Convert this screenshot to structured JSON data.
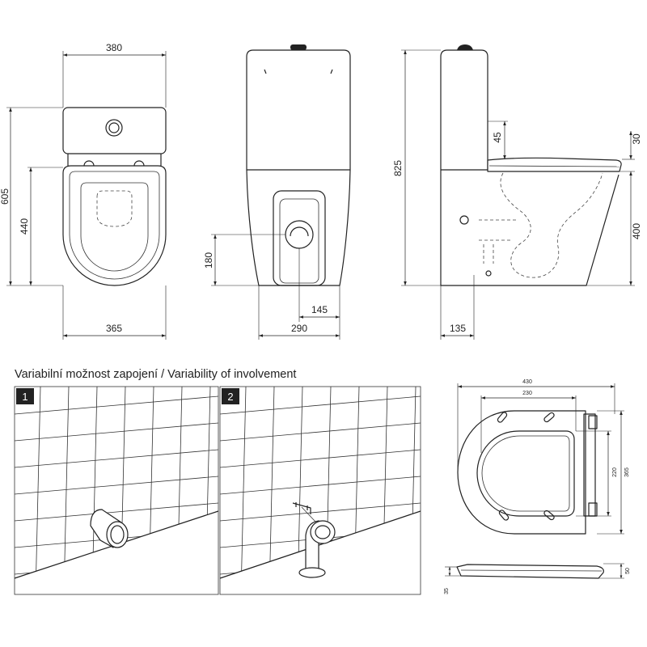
{
  "top_view": {
    "width": "380",
    "total_depth": "605",
    "bowl_depth": "440",
    "bowl_width": "365"
  },
  "front_view": {
    "outlet_height": "180",
    "outlet_offset": "145",
    "base_width": "290"
  },
  "side_view": {
    "total_height": "825",
    "seat_offset": "45",
    "seat_thickness": "30",
    "rim_height": "400",
    "base_depth": "135"
  },
  "section_title": "Variabilní možnost zapojení / Variability of involvement",
  "panels": [
    {
      "number": "1"
    },
    {
      "number": "2"
    }
  ],
  "seat": {
    "outer_length": "430",
    "inner_length": "230",
    "outer_width": "365",
    "inner_width": "220",
    "height": "50",
    "thickness": "35"
  }
}
